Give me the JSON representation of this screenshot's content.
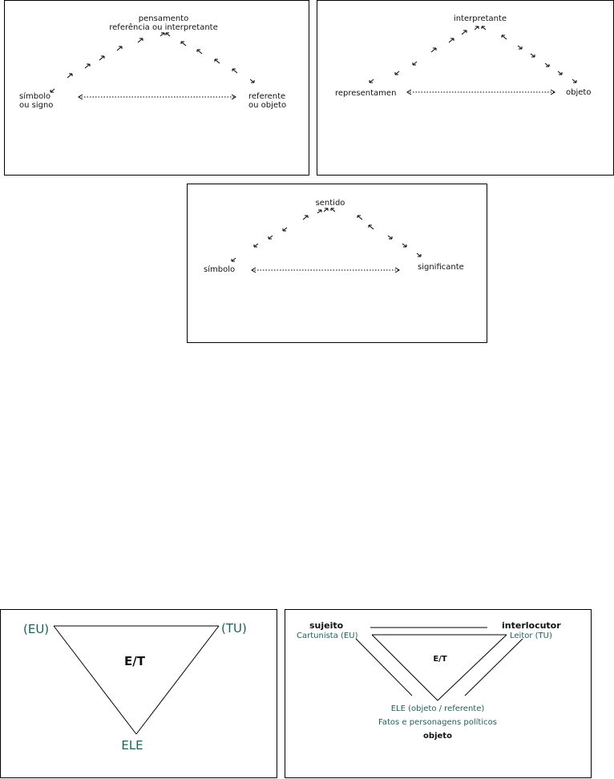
{
  "panel1": {
    "top_line1": "pensamento",
    "top_line2": "referência ou interpretante",
    "left_line1": "símbolo",
    "left_line2": "ou signo",
    "right_line1": "referente",
    "right_line2": "ou objeto"
  },
  "panel2": {
    "top": "interpretante",
    "left": "representamen",
    "right": "objeto"
  },
  "panel3": {
    "top": "sentido",
    "left": "símbolo",
    "right": "significante"
  },
  "panel4": {
    "left_vertex": "(EU)",
    "right_vertex": "(TU)",
    "center": "E/T",
    "bottom_vertex": "ELE"
  },
  "panel5": {
    "sujeito": "sujeito",
    "interlocutor": "interlocutor",
    "cartunista": "Cartunista (EU)",
    "leitor": "Leitor (TU)",
    "center": "E/T",
    "ele": "ELE (objeto / referente)",
    "fatos": "Fatos e personagens políticos",
    "objeto": "objeto"
  },
  "colors": {
    "teal": "#1f5f5a",
    "line": "#000000"
  }
}
